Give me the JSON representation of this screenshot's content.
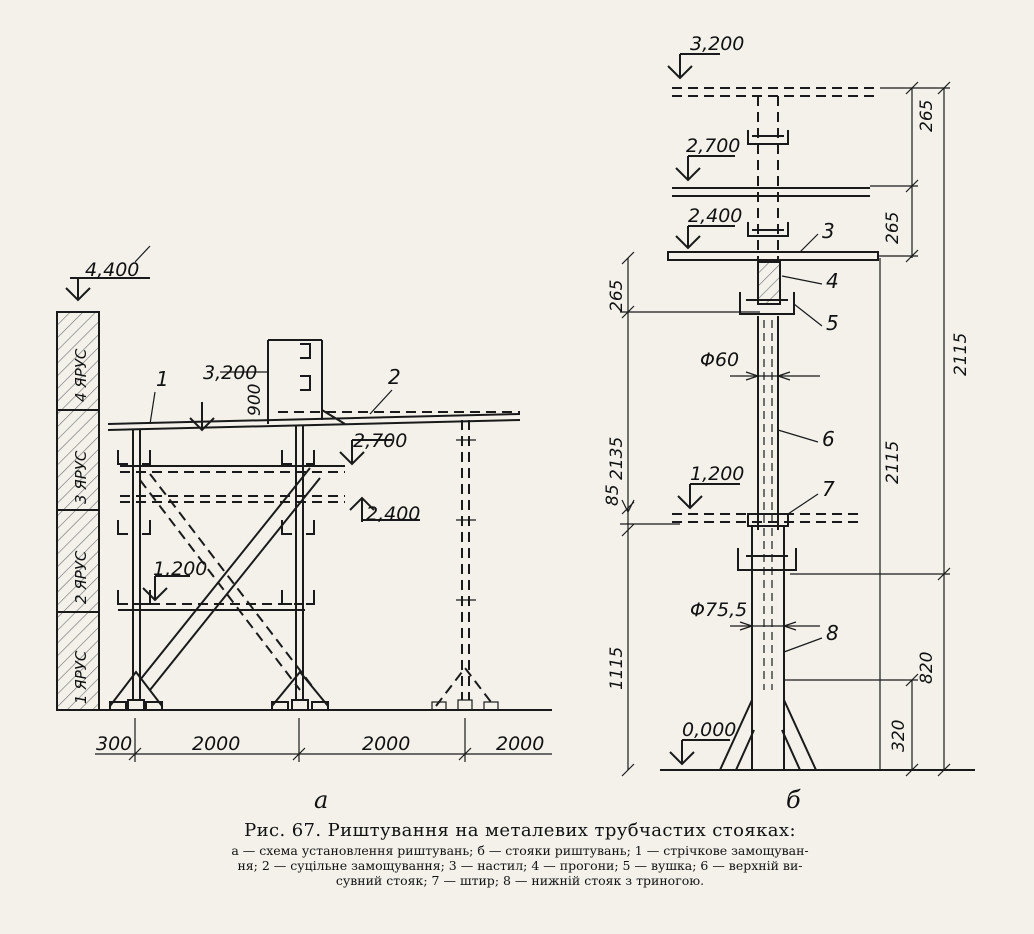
{
  "left_figure": {
    "levels": {
      "top": "4,400",
      "deck_high": "3,200",
      "mid_a": "2,700",
      "mid_b": "2,400",
      "low": "1,200"
    },
    "tiers": [
      "4 ЯРУС",
      "3 ЯРУС",
      "2 ЯРУС",
      "1 ЯРУС"
    ],
    "rail_height": "900",
    "callouts": [
      "1",
      "2"
    ],
    "spacings": [
      "300",
      "2000",
      "2000",
      "2000"
    ],
    "label": "а"
  },
  "right_figure": {
    "levels": {
      "top": "3,200",
      "upper": "2,700",
      "deck": "2,400",
      "pin": "1,200",
      "ground": "0,000"
    },
    "dims_left": [
      "265",
      "2135",
      "85",
      "1115"
    ],
    "dims_right": [
      "265",
      "265",
      "2115",
      "2115",
      "820",
      "320"
    ],
    "diameters": [
      "Φ60",
      "Φ75,5"
    ],
    "callouts": [
      "3",
      "4",
      "5",
      "6",
      "7",
      "8"
    ],
    "label": "б"
  },
  "caption": {
    "title": "Рис. 67. Риштування на металевих трубчастих стояках:",
    "legend_lines": [
      "а — схема установлення риштувань; б — стояки риштувань; 1 — стрічкове замощуван-",
      "ня; 2 — суцільне замощування; 3 — настил; 4 — прогони; 5 — вушка; 6 — верхній ви-",
      "сувний стояк; 7 — штир; 8 — нижній стояк з триногою."
    ]
  }
}
